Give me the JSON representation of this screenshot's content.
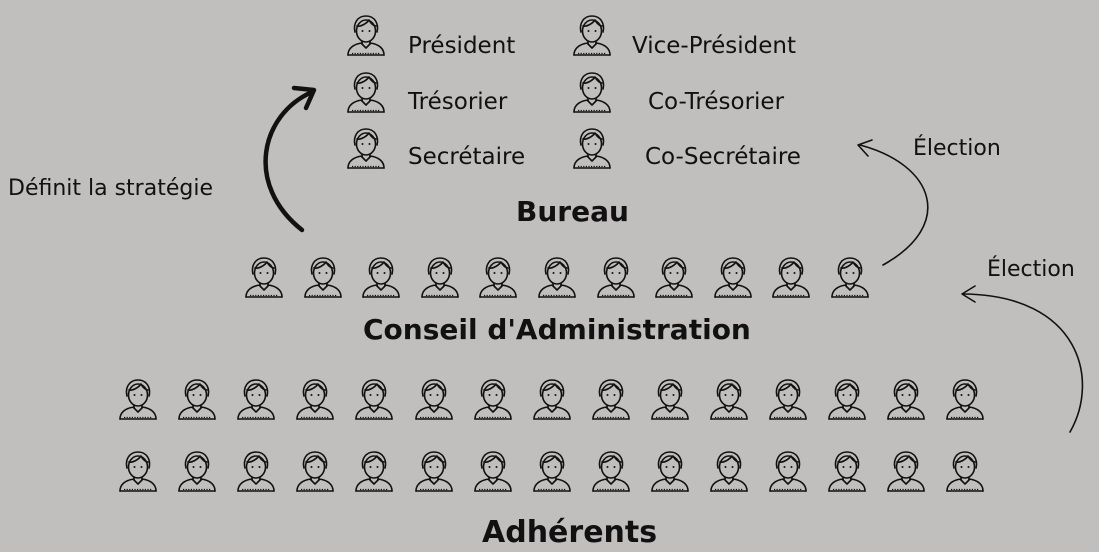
{
  "bureau": {
    "title": "Bureau",
    "roles": {
      "president": "Président",
      "vice_president": "Vice-Président",
      "tresorier": "Trésorier",
      "co_tresorier": "Co-Trésorier",
      "secretaire": "Secrétaire",
      "co_secretaire": "Co-Secrétaire"
    }
  },
  "conseil": {
    "title": "Conseil d'Administration",
    "member_count": 11
  },
  "adherents": {
    "title": "Adhérents",
    "member_count": 30
  },
  "edges": {
    "strategie": "Définit la stratégie",
    "election_bureau": "Élection",
    "election_conseil": "Élection"
  },
  "icon": "person-icon",
  "colors": {
    "background": "#c0bfbd",
    "ink": "#111111"
  }
}
